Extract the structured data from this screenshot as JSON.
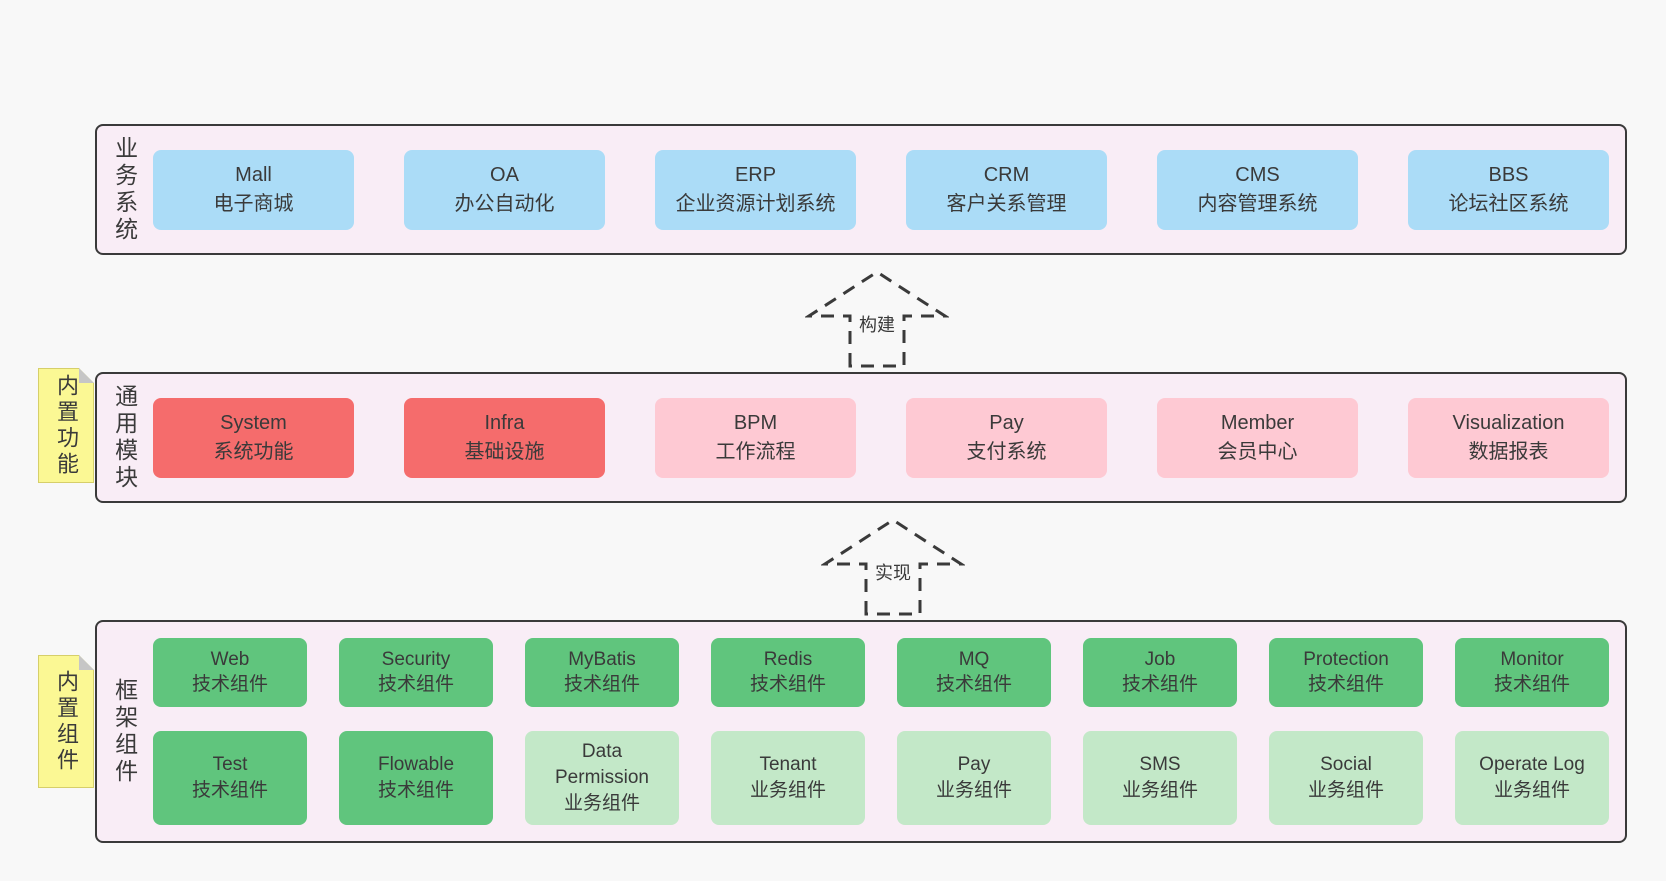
{
  "diagram": {
    "colors": {
      "page_bg": "#f8f8f8",
      "container_bg": "#f9edf6",
      "border": "#3a3a3a",
      "blue": "#abdcf7",
      "red": "#f56c6c",
      "pink": "#fec9d3",
      "green_dark": "#60c57d",
      "green_light": "#c3e8c8",
      "sticky_yellow": "#fbf894"
    },
    "arrows": [
      {
        "label": "构建"
      },
      {
        "label": "实现"
      }
    ],
    "layers": [
      {
        "label": "业务系统",
        "boxes": [
          {
            "title": "Mall",
            "subtitle": "电子商城"
          },
          {
            "title": "OA",
            "subtitle": "办公自动化"
          },
          {
            "title": "ERP",
            "subtitle": "企业资源计划系统"
          },
          {
            "title": "CRM",
            "subtitle": "客户关系管理"
          },
          {
            "title": "CMS",
            "subtitle": "内容管理系统"
          },
          {
            "title": "BBS",
            "subtitle": "论坛社区系统"
          }
        ]
      },
      {
        "label": "通用模块",
        "sticky": "内置功能",
        "boxes": [
          {
            "title": "System",
            "subtitle": "系统功能",
            "variant": "red"
          },
          {
            "title": "Infra",
            "subtitle": "基础设施",
            "variant": "red"
          },
          {
            "title": "BPM",
            "subtitle": "工作流程",
            "variant": "pink"
          },
          {
            "title": "Pay",
            "subtitle": "支付系统",
            "variant": "pink"
          },
          {
            "title": "Member",
            "subtitle": "会员中心",
            "variant": "pink"
          },
          {
            "title": "Visualization",
            "subtitle": "数据报表",
            "variant": "pink"
          }
        ]
      },
      {
        "label": "框架组件",
        "sticky": "内置组件",
        "rows": [
          [
            {
              "title": "Web",
              "subtitle": "技术组件",
              "variant": "tech"
            },
            {
              "title": "Security",
              "subtitle": "技术组件",
              "variant": "tech"
            },
            {
              "title": "MyBatis",
              "subtitle": "技术组件",
              "variant": "tech"
            },
            {
              "title": "Redis",
              "subtitle": "技术组件",
              "variant": "tech"
            },
            {
              "title": "MQ",
              "subtitle": "技术组件",
              "variant": "tech"
            },
            {
              "title": "Job",
              "subtitle": "技术组件",
              "variant": "tech"
            },
            {
              "title": "Protection",
              "subtitle": "技术组件",
              "variant": "tech"
            },
            {
              "title": "Monitor",
              "subtitle": "技术组件",
              "variant": "tech"
            }
          ],
          [
            {
              "title": "Test",
              "subtitle": "技术组件",
              "variant": "tech"
            },
            {
              "title": "Flowable",
              "subtitle": "技术组件",
              "variant": "tech"
            },
            {
              "title": "Data Permission",
              "subtitle": "业务组件",
              "variant": "business"
            },
            {
              "title": "Tenant",
              "subtitle": "业务组件",
              "variant": "business"
            },
            {
              "title": "Pay",
              "subtitle": "业务组件",
              "variant": "business"
            },
            {
              "title": "SMS",
              "subtitle": "业务组件",
              "variant": "business"
            },
            {
              "title": "Social",
              "subtitle": "业务组件",
              "variant": "business"
            },
            {
              "title": "Operate Log",
              "subtitle": "业务组件",
              "variant": "business"
            }
          ]
        ]
      }
    ]
  }
}
